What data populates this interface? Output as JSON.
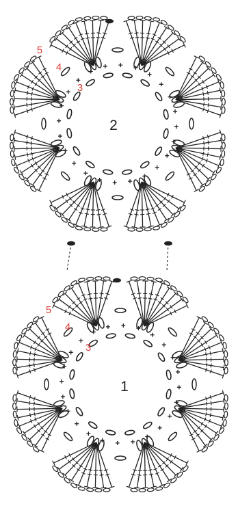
{
  "diagram": {
    "motifs": [
      {
        "number_label": "2",
        "round_labels": [
          "3",
          "4",
          "5"
        ],
        "petals": 8,
        "stitches_per_petal": 9
      },
      {
        "number_label": "1",
        "round_labels": [
          "3",
          "4",
          "5"
        ],
        "petals": 8,
        "stitches_per_petal": 9
      }
    ],
    "join_style": "dashed",
    "colors": {
      "ink": "#222222",
      "round_label": "#e0403a",
      "background": "#ffffff"
    }
  }
}
